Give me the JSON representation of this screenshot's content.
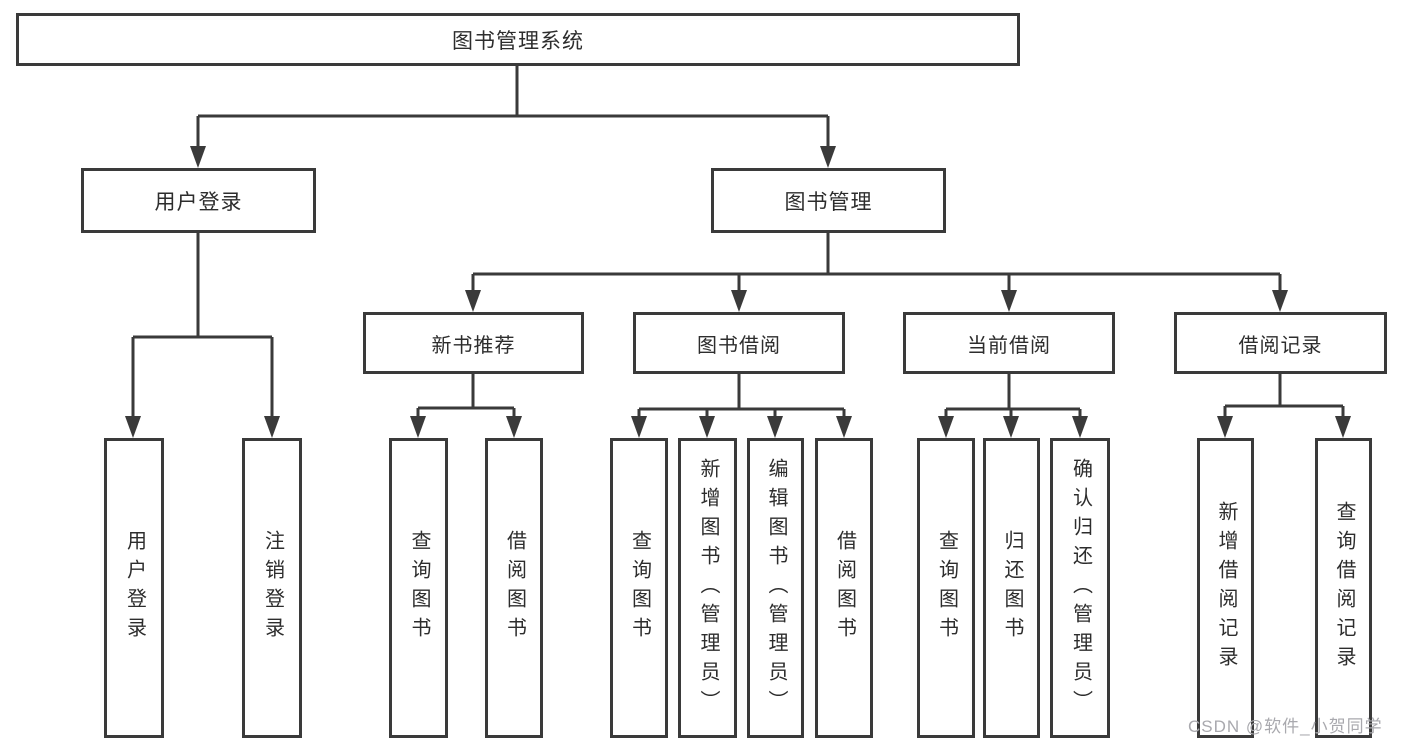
{
  "diagram": {
    "root": "图书管理系统",
    "branches": [
      {
        "label": "用户登录",
        "children": [
          "用户登录",
          "注销登录"
        ]
      },
      {
        "label": "图书管理",
        "children": [
          {
            "label": "新书推荐",
            "children": [
              "查询图书",
              "借阅图书"
            ]
          },
          {
            "label": "图书借阅",
            "children": [
              "查询图书",
              "新增图书（管理员）",
              "编辑图书（管理员）",
              "借阅图书"
            ]
          },
          {
            "label": "当前借阅",
            "children": [
              "查询图书",
              "归还图书",
              "确认归还（管理员）"
            ]
          },
          {
            "label": "借阅记录",
            "children": [
              "新增借阅记录",
              "查询借阅记录"
            ]
          }
        ]
      }
    ],
    "watermark": "CSDN @软件_小贺同学",
    "colors": {
      "line": "#3a3a3a",
      "box_border": "#3a3a3a",
      "box_fill": "#ffffff",
      "text": "#2d2d2d",
      "watermark": "#a9a9ae",
      "background": "#ffffff"
    }
  }
}
